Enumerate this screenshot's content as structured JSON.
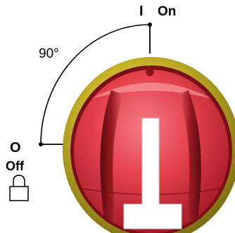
{
  "labels": {
    "on_symbol": "I",
    "on_text": "On",
    "off_symbol": "O",
    "off_text": "Off",
    "angle": "90°"
  },
  "icons": {
    "lock": "padlock-icon"
  },
  "colors": {
    "handle_red": "#e0303c",
    "rim_yellow": "#c9b52a",
    "text": "#000000"
  }
}
